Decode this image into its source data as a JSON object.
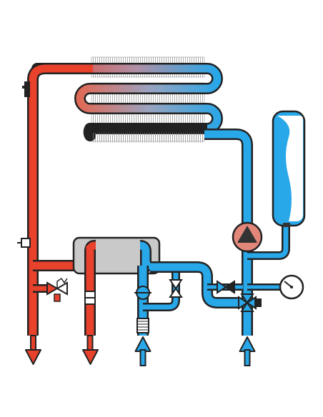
{
  "diagram": {
    "kind": "boiler-piping-schematic",
    "colors": {
      "hot": "#e8412c",
      "cold": "#28a7e9",
      "outline": "#222222",
      "exchanger_body": "#c9c9c9",
      "fins": "#bdbdbd",
      "background": "#ffffff"
    },
    "components": [
      "finned-heat-exchanger-icon",
      "expansion-vessel-icon",
      "circulation-pump-icon",
      "plate-heat-exchanger-icon",
      "pressure-relief-valve-icon",
      "flow-sensor-icon",
      "water-filter-icon",
      "bypass-valve-icon",
      "check-valve-icon",
      "three-way-valve-icon",
      "pressure-gauge-icon",
      "temperature-sensor-icon"
    ],
    "flows": [
      {
        "name": "heating-supply-outlet",
        "direction": "down",
        "color": "hot"
      },
      {
        "name": "hot-water-outlet",
        "direction": "down",
        "color": "hot"
      },
      {
        "name": "cold-water-inlet",
        "direction": "up",
        "color": "cold"
      },
      {
        "name": "heating-return-inlet",
        "direction": "up",
        "color": "cold"
      }
    ]
  }
}
